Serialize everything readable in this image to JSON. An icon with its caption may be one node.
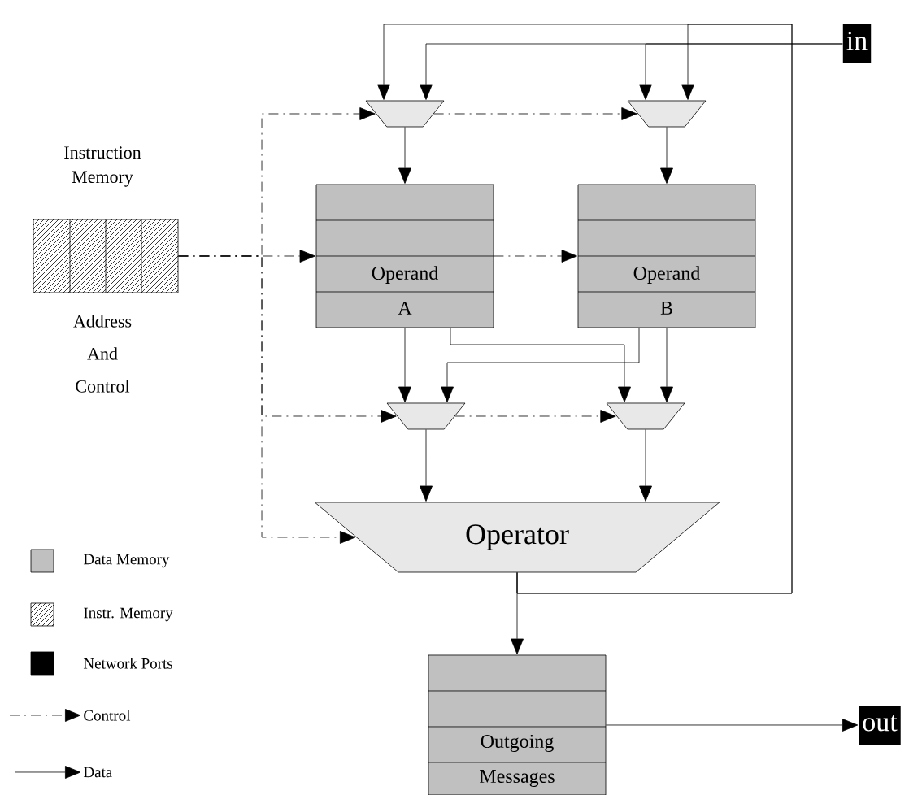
{
  "diagram": {
    "nodes": [
      {
        "text": [
          "Instruction Memory",
          "Address And Control"
        ]
      },
      {
        "text": [],
        "shape": "trapezoid"
      },
      {
        "text": [],
        "shape": "trapezoid"
      },
      {
        "text": [
          "Operand A"
        ]
      },
      {
        "text": [
          "Operand B"
        ]
      },
      {
        "text": [],
        "shape": "trapezoid"
      },
      {
        "text": [],
        "shape": "trapezoid"
      },
      {
        "text": [
          "Operator"
        ]
      },
      {
        "text": [
          "Outgoing Messages"
        ]
      },
      {
        "text": [
          "in"
        ]
      },
      {
        "text": [
          "out"
        ]
      }
    ],
    "edges": [
      {
        "from": 9,
        "to": 1,
        "arrow": "to"
      },
      {
        "from": 9,
        "to": 2,
        "arrow": "to"
      },
      {
        "from": 7,
        "to": 1,
        "arrow": "to"
      },
      {
        "from": 7,
        "to": 2,
        "arrow": "to"
      },
      {
        "from": 1,
        "to": 3,
        "arrow": "to"
      },
      {
        "from": 2,
        "to": 4,
        "arrow": "to"
      },
      {
        "from": 3,
        "to": 5,
        "arrow": "to"
      },
      {
        "from": 3,
        "to": 6,
        "arrow": "to"
      },
      {
        "from": 4,
        "to": 5,
        "arrow": "to"
      },
      {
        "from": 4,
        "to": 6,
        "arrow": "to"
      },
      {
        "from": 5,
        "to": 7,
        "arrow": "to"
      },
      {
        "from": 6,
        "to": 7,
        "arrow": "to"
      },
      {
        "from": 7,
        "to": 8,
        "arrow": "to"
      },
      {
        "from": 8,
        "to": 10,
        "arrow": "to"
      },
      {
        "from": 0,
        "to": 3,
        "arrow": "to",
        "style": "dashed"
      },
      {
        "from": 3,
        "to": 4,
        "arrow": "to",
        "style": "dashed"
      },
      {
        "from": 0,
        "to": 1,
        "arrow": "to",
        "style": "dashed"
      },
      {
        "from": 1,
        "to": 2,
        "arrow": "to",
        "style": "dashed"
      },
      {
        "from": 0,
        "to": 5,
        "arrow": "to",
        "style": "dashed"
      },
      {
        "from": 5,
        "to": 6,
        "arrow": "to",
        "style": "dashed"
      },
      {
        "from": 0,
        "to": 7,
        "arrow": "to",
        "style": "dashed"
      }
    ],
    "legend": [
      {
        "text": "Data Memory",
        "color": "#c0c0c0"
      },
      {
        "text": "Instr. Memory"
      },
      {
        "text": "Network Ports",
        "color": "#000000"
      },
      {
        "text": "Control"
      },
      {
        "text": "Data"
      }
    ]
  }
}
